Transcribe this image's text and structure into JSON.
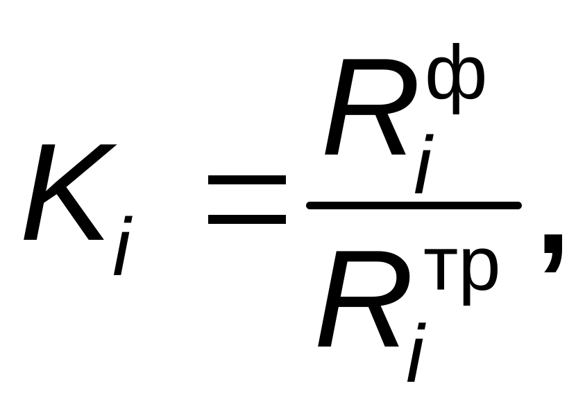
{
  "formula": {
    "lhs": {
      "symbol": "K",
      "subscript": "i"
    },
    "equals": "=",
    "numerator": {
      "symbol": "R",
      "subscript": "i",
      "superscript": "ф"
    },
    "denominator": {
      "symbol": "R",
      "subscript": "i",
      "superscript": "тр"
    },
    "trailing": ","
  }
}
